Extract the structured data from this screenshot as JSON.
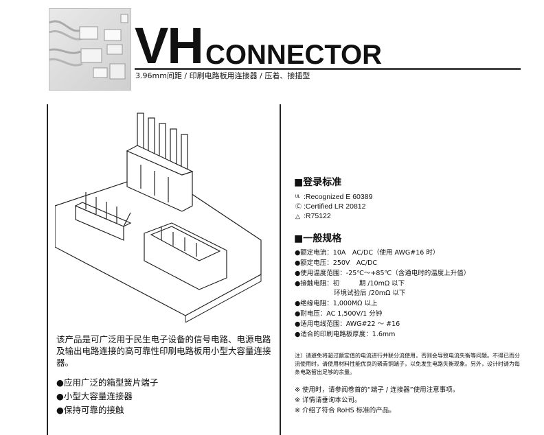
{
  "header": {
    "title_big": "VH",
    "title_small": "CONNECTOR",
    "subtitle": "3.96mm间距 / 印刷电路板用连接器 / 压着、接插型"
  },
  "left": {
    "description": "该产品是可广泛用于民生电子设备的信号电路、电源电路及输出电路连接的高可靠性印刷电路板用小型大容量连接器。",
    "features": [
      "●应用广泛的箱型簧片端子",
      "●小型大容量连接器",
      "●保持可靠的接触"
    ]
  },
  "right": {
    "certs_heading": "■登录标准",
    "certs": [
      {
        "icon": "ul-icon",
        "glyph": "ᵁᴸ",
        "text": ":Recognized E 60389"
      },
      {
        "icon": "csa-icon",
        "glyph": "Ⓒ",
        "text": ":Certified LR 20812"
      },
      {
        "icon": "tuv-triangle-icon",
        "glyph": "△",
        "text": ":R75122"
      }
    ],
    "specs_heading": "■一般规格",
    "specs": [
      "●额定电流：10A　AC/DC（使用 AWG#16 时）",
      "●额定电压：250V　AC/DC",
      "●使用温度范围：-25℃～+85℃（含通电时的温度上升值）",
      "●接触电阻：初　　　期 /10mΩ 以下",
      "　　　　　　环境试验后 /20mΩ 以下",
      "●绝缘电阻：1,000MΩ 以上",
      "●耐电压：AC 1,500V/1 分钟",
      "●适用电线范围：AWG#22 ～ #16",
      "●适合的印刷电路板厚度：1.6mm"
    ],
    "note": "注）请避免将超过额定值的电流进行并联分流使用，否则会导致电流失衡等问题。不得已而分流使用时，请使用材料性能优良的磷青铜端子，以免发生电路失衡现象。另外，设计时请为每条电路留出足够的余量。",
    "remarks": [
      "※ 使用时，请参阅卷首的“端子 / 连接器”使用注意事项。",
      "※ 详情请垂询本公司。",
      "※ 介绍了符合 RoHS 标准的产品。"
    ]
  }
}
